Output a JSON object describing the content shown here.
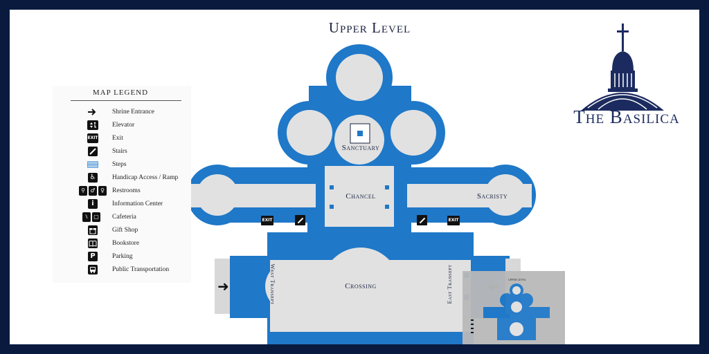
{
  "page_title": "Upper Level",
  "logo": {
    "text": "The Basilica"
  },
  "legend": {
    "title": "MAP LEGEND",
    "items": [
      {
        "label": "Shrine Entrance",
        "icon": "arrow-right-icon"
      },
      {
        "label": "Elevator",
        "icon": "elevator-icon"
      },
      {
        "label": "Exit",
        "icon": "exit-icon",
        "icon_text": "EXIT"
      },
      {
        "label": "Stairs",
        "icon": "stairs-icon"
      },
      {
        "label": "Steps",
        "icon": "steps-icon"
      },
      {
        "label": "Handicap Access / Ramp",
        "icon": "wheelchair-icon"
      },
      {
        "label": "Restrooms",
        "icon": "restroom-icon"
      },
      {
        "label": "Information Center",
        "icon": "info-icon",
        "icon_text": "i"
      },
      {
        "label": "Cafeteria",
        "icon": "cafeteria-icon"
      },
      {
        "label": "Gift Shop",
        "icon": "gift-icon"
      },
      {
        "label": "Bookstore",
        "icon": "book-icon"
      },
      {
        "label": "Parking",
        "icon": "parking-icon",
        "icon_text": "P"
      },
      {
        "label": "Public Transportation",
        "icon": "bus-icon"
      }
    ]
  },
  "rooms": {
    "sanctuary": "Sanctuary",
    "chancel": "Chancel",
    "sacristy": "Sacristy",
    "crossing": "Crossing",
    "west_transept": "West Transept",
    "east_transept": "East Transept"
  },
  "map_markers": {
    "exit_text": "EXIT"
  },
  "thumbnail": {
    "title": "UPPER LEVEL"
  },
  "colors": {
    "frame": "#0a1a3f",
    "structure_blue": "#1f78c8",
    "room_gray": "#e1e1e1",
    "logo_navy": "#1c2b5f"
  }
}
